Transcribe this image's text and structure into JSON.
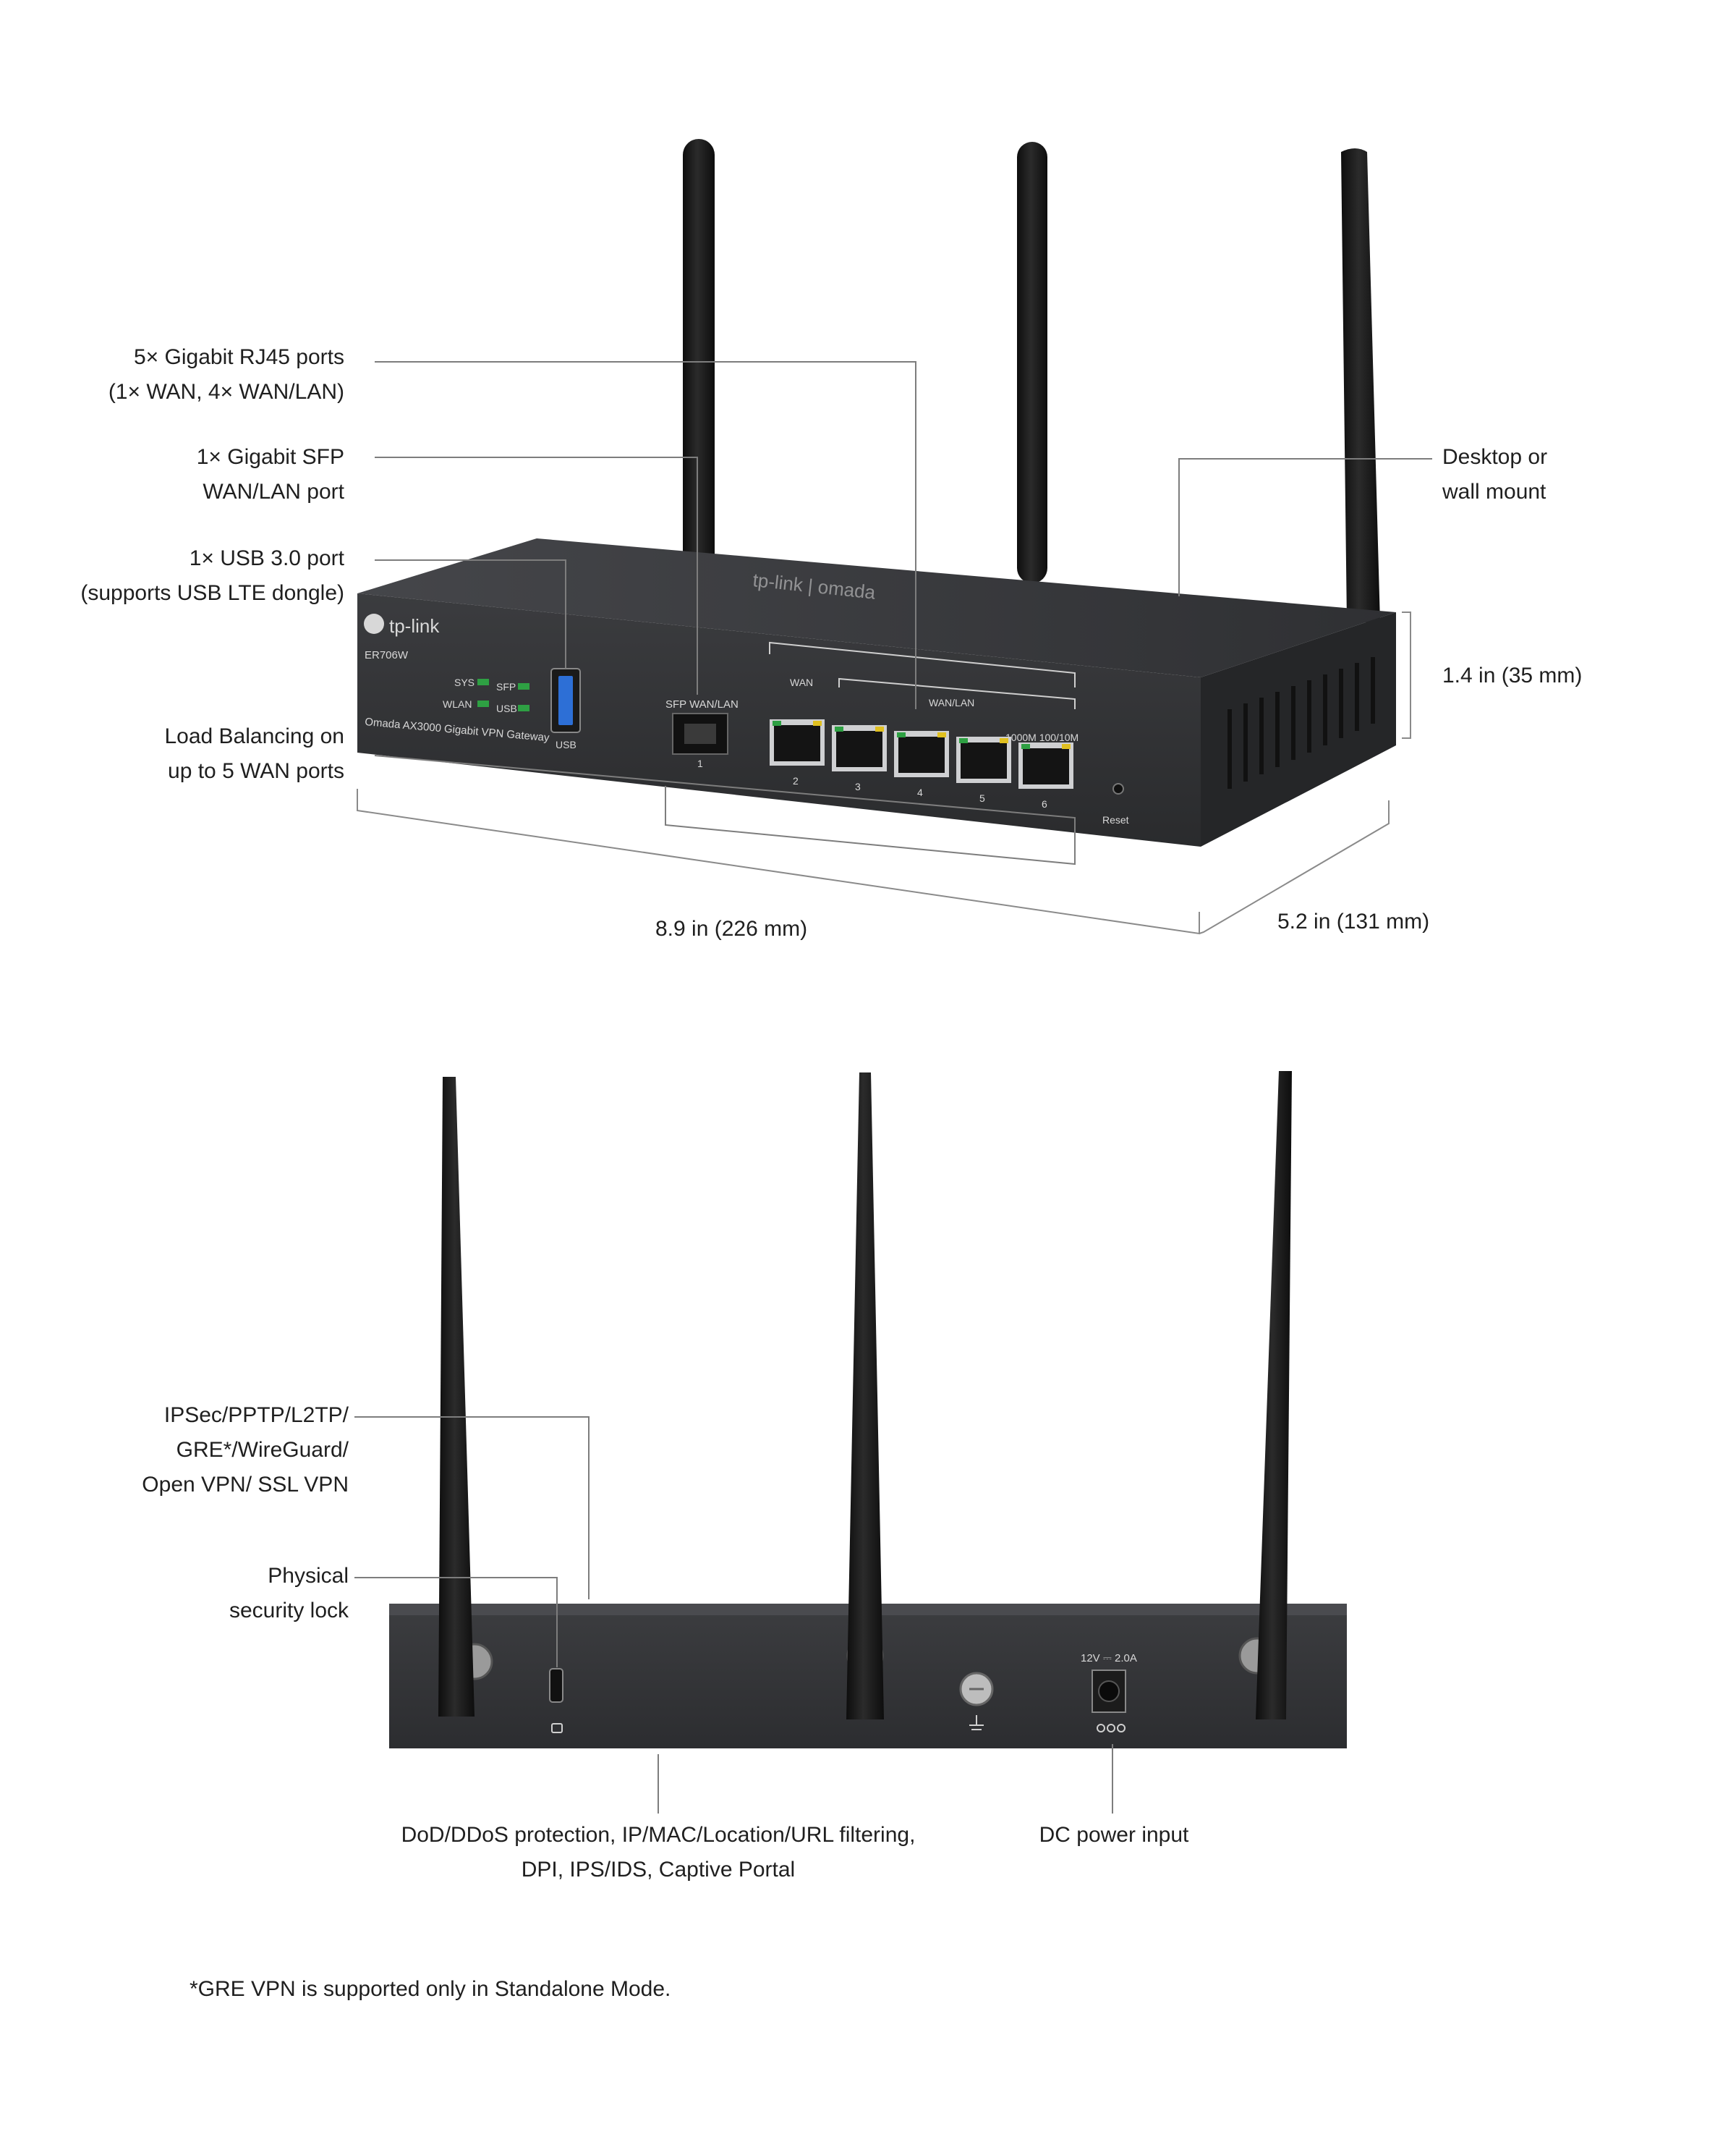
{
  "front_view": {
    "callouts": {
      "rj45": [
        "5× Gigabit RJ45 ports",
        "(1× WAN, 4× WAN/LAN)"
      ],
      "sfp": [
        "1× Gigabit SFP",
        "WAN/LAN port"
      ],
      "usb": [
        "1× USB 3.0 port",
        "(supports USB LTE dongle)"
      ],
      "load_balancing": [
        "Load Balancing on",
        "up to 5 WAN ports"
      ],
      "mount": [
        "Desktop or",
        "wall mount"
      ]
    },
    "dimensions": {
      "height": "1.4 in (35 mm)",
      "width": "8.9 in (226 mm)",
      "depth": "5.2 in (131 mm)"
    },
    "device_labels": {
      "brand": "tp-link",
      "top_brand": "tp-link | omada",
      "model": "ER706W",
      "product_name": "Omada AX3000 Gigabit VPN Gateway",
      "led_sys": "SYS",
      "led_sfp": "SFP",
      "led_wlan": "WLAN",
      "led_usb": "USB",
      "usb_port": "USB",
      "sfp_port": "SFP WAN/LAN",
      "sfp_num": "1",
      "wan_group": "WAN",
      "wanlan_group": "WAN/LAN",
      "speed_legend": "1000M  100/10M",
      "port_numbers": [
        "2",
        "3",
        "4",
        "5",
        "6"
      ],
      "reset": "Reset"
    }
  },
  "rear_view": {
    "callouts": {
      "vpn": [
        "IPSec/PPTP/L2TP/",
        "GRE*/WireGuard/",
        "Open VPN/ SSL VPN"
      ],
      "lock": [
        "Physical",
        "security lock"
      ],
      "security": [
        "DoD/DDoS protection, IP/MAC/Location/URL filtering,",
        "DPI, IPS/IDS, Captive Portal"
      ],
      "power": [
        "DC power input"
      ]
    },
    "device_labels": {
      "power_rating": "12V ⎓ 2.0A"
    }
  },
  "footnote": "*GRE VPN is supported only in Standalone Mode.",
  "colors": {
    "device_body": "#3a3b3d",
    "device_dark": "#232425",
    "antenna": "#161616",
    "leader_line": "#7d7d7d",
    "text": "#1f1f1f",
    "led_green": "#2ea043",
    "usb_blue": "#2d6fd6"
  }
}
